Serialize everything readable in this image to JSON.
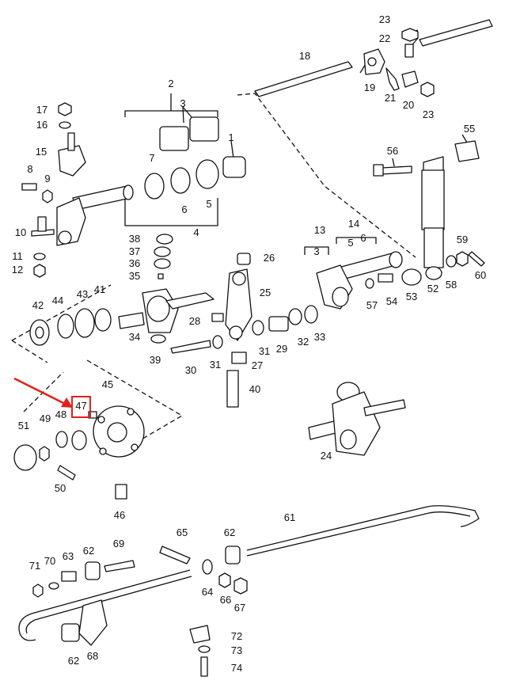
{
  "labels": {
    "p1": "1",
    "p2": "2",
    "p3": "3",
    "p4": "4",
    "p5": "5",
    "p6": "6",
    "p7": "7",
    "p8": "8",
    "p9": "9",
    "p10": "10",
    "p11": "11",
    "p12": "12",
    "p13": "13",
    "p14": "14",
    "p3b": "3",
    "p5b": "5",
    "p6b": "6",
    "p15": "15",
    "p16": "16",
    "p17": "17",
    "p18": "18",
    "p19": "19",
    "p20": "20",
    "p21": "21",
    "p22": "22",
    "p23a": "23",
    "p23b": "23",
    "p24": "24",
    "p25": "25",
    "p26": "26",
    "p27": "27",
    "p28": "28",
    "p29": "29",
    "p30": "30",
    "p31a": "31",
    "p31b": "31",
    "p32": "32",
    "p33": "33",
    "p34": "34",
    "p35": "35",
    "p36": "36",
    "p37": "37",
    "p38": "38",
    "p39": "39",
    "p40": "40",
    "p41": "41",
    "p42": "42",
    "p43": "43",
    "p44": "44",
    "p45": "45",
    "p46": "46",
    "p47": "47",
    "p48": "48",
    "p49": "49",
    "p50": "50",
    "p51": "51",
    "p52": "52",
    "p53": "53",
    "p54": "54",
    "p55": "55",
    "p56": "56",
    "p57": "57",
    "p58": "58",
    "p59": "59",
    "p60": "60",
    "p61": "61",
    "p62a": "62",
    "p62b": "62",
    "p62c": "62",
    "p63": "63",
    "p64": "64",
    "p65": "65",
    "p66": "66",
    "p67": "67",
    "p68": "68",
    "p69": "69",
    "p70": "70",
    "p71": "71",
    "p72": "72",
    "p73": "73",
    "p74": "74"
  },
  "highlight": {
    "part": "47",
    "color": "#e0201c"
  }
}
